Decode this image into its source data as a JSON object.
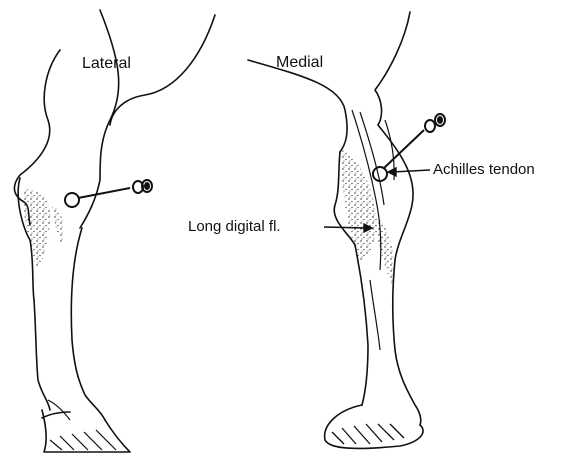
{
  "views": {
    "left": "Lateral",
    "right": "Medial"
  },
  "callouts": {
    "achilles": "Achilles tendon",
    "digital": "Long digital fl."
  }
}
